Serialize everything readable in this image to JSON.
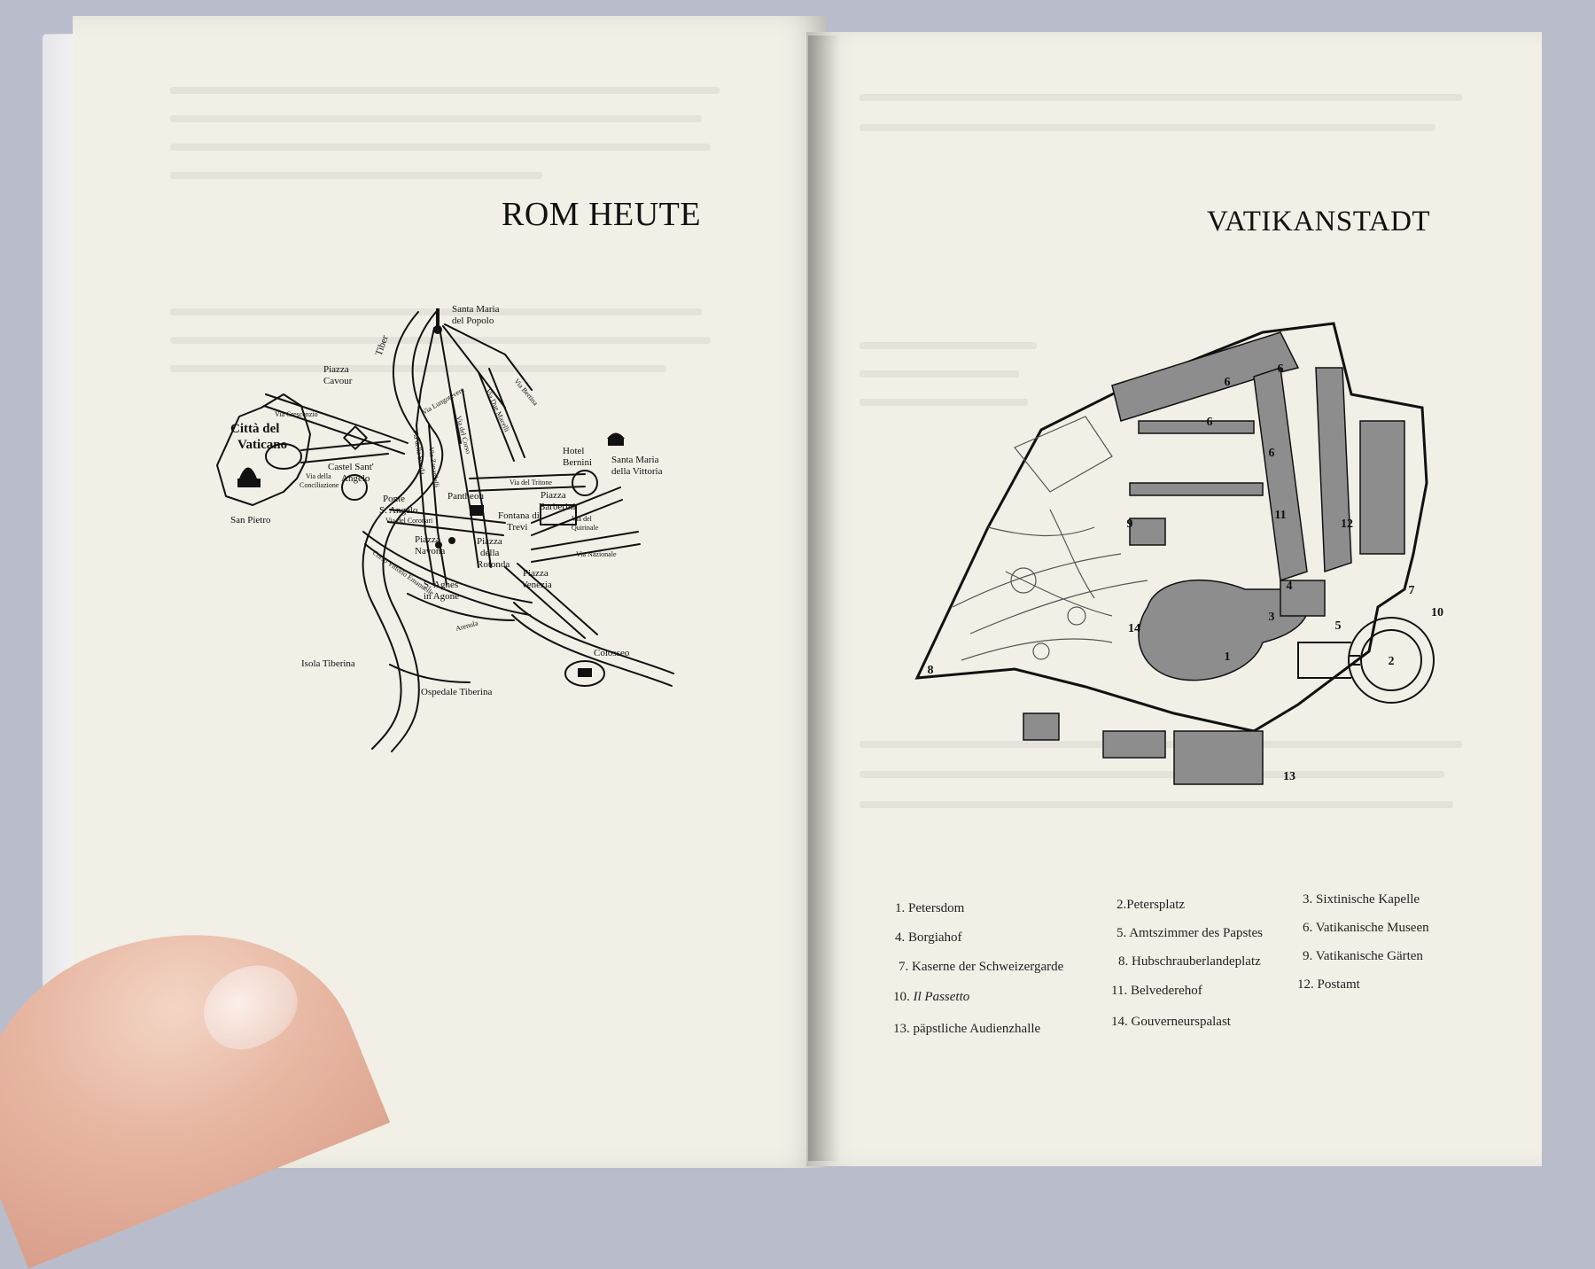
{
  "left_page": {
    "title": "ROM HEUTE",
    "map_labels": {
      "santa_maria_popolo": [
        "Santa Maria",
        "del Popolo"
      ],
      "tiber": "Tiber",
      "piazza_cavour": [
        "Piazza",
        "Cavour"
      ],
      "via_crescenzio": "Via Crescenzio",
      "via_lungotevere": "Via Lungotevere",
      "via_corso": "Via del Corso",
      "via_due_macelli": "Via Due Macelli",
      "via_bertina": "Via Bertina",
      "citta_vaticano": [
        "Città del",
        "Vaticano"
      ],
      "castel_angelo": [
        "Castel Sant'",
        "Angelo"
      ],
      "via_scrofa": "Via della Scrofa",
      "via_zanardelli": "Via Zanardelli",
      "hotel_bernini": [
        "Hotel",
        "Bernini"
      ],
      "via_tritone": "Via del Tritone",
      "piazza_barberini": [
        "Piazza",
        "Barberini"
      ],
      "santa_maria_vittoria": [
        "Santa Maria",
        "della Vittoria"
      ],
      "ponte_angelo": [
        "Ponte",
        "S. Angelo"
      ],
      "via_conciliazione": [
        "Via della",
        "Conciliazione"
      ],
      "san_pietro": "San Pietro",
      "via_coronari": "Via del Coronari",
      "pantheon": "Pantheon",
      "fontana_trevi": [
        "Fontana di",
        "Trevi"
      ],
      "via_quirinale": [
        "Via del",
        "Quirinale"
      ],
      "piazza_navona": [
        "Piazza",
        "Navona"
      ],
      "piazza_rotonda": [
        "Piazza",
        "della",
        "Rotonda"
      ],
      "via_nazionale": "Via Nazionale",
      "corso_vittorio": "Corso Vittorio Emanuelle",
      "s_agnes": [
        "S. Agnes",
        "in Agone"
      ],
      "piazza_venezia": [
        "Piazza",
        "Venezia"
      ],
      "arenula": "Arenula",
      "isola_tiberina": "Isola Tiberina",
      "colosseo": "Colosseo",
      "ospedale_tiberina": "Ospedale Tiberina"
    }
  },
  "right_page": {
    "title": "VATIKANSTADT",
    "map_numbers": [
      "1",
      "2",
      "3",
      "4",
      "5",
      "6",
      "6",
      "6",
      "6",
      "7",
      "8",
      "9",
      "10",
      "11",
      "12",
      "13",
      "14"
    ],
    "legend": [
      {
        "num": "1.",
        "text": "Petersdom"
      },
      {
        "num": "2.",
        "text": "Petersplatz"
      },
      {
        "num": "3.",
        "text": "Sixtinische Kapelle"
      },
      {
        "num": "4.",
        "text": "Borgiahof"
      },
      {
        "num": "5.",
        "text": "Amtszimmer des Papstes"
      },
      {
        "num": "6.",
        "text": "Vatikanische Museen"
      },
      {
        "num": "7.",
        "text": "Kaserne der Schweizergarde"
      },
      {
        "num": "8.",
        "text": "Hubschrauberlandeplatz"
      },
      {
        "num": "9.",
        "text": "Vatikanische Gärten"
      },
      {
        "num": "10.",
        "text": "Il Passetto"
      },
      {
        "num": "11.",
        "text": "Belvederehof"
      },
      {
        "num": "12.",
        "text": "Postamt"
      },
      {
        "num": "13.",
        "text": "päpstliche Audienzhalle"
      },
      {
        "num": "14.",
        "text": "Gouverneurspalast"
      }
    ]
  },
  "colors": {
    "paper": "#f1efe6",
    "ink": "#111111",
    "building_fill": "#8d8d8d",
    "background": "#b9bccb"
  }
}
